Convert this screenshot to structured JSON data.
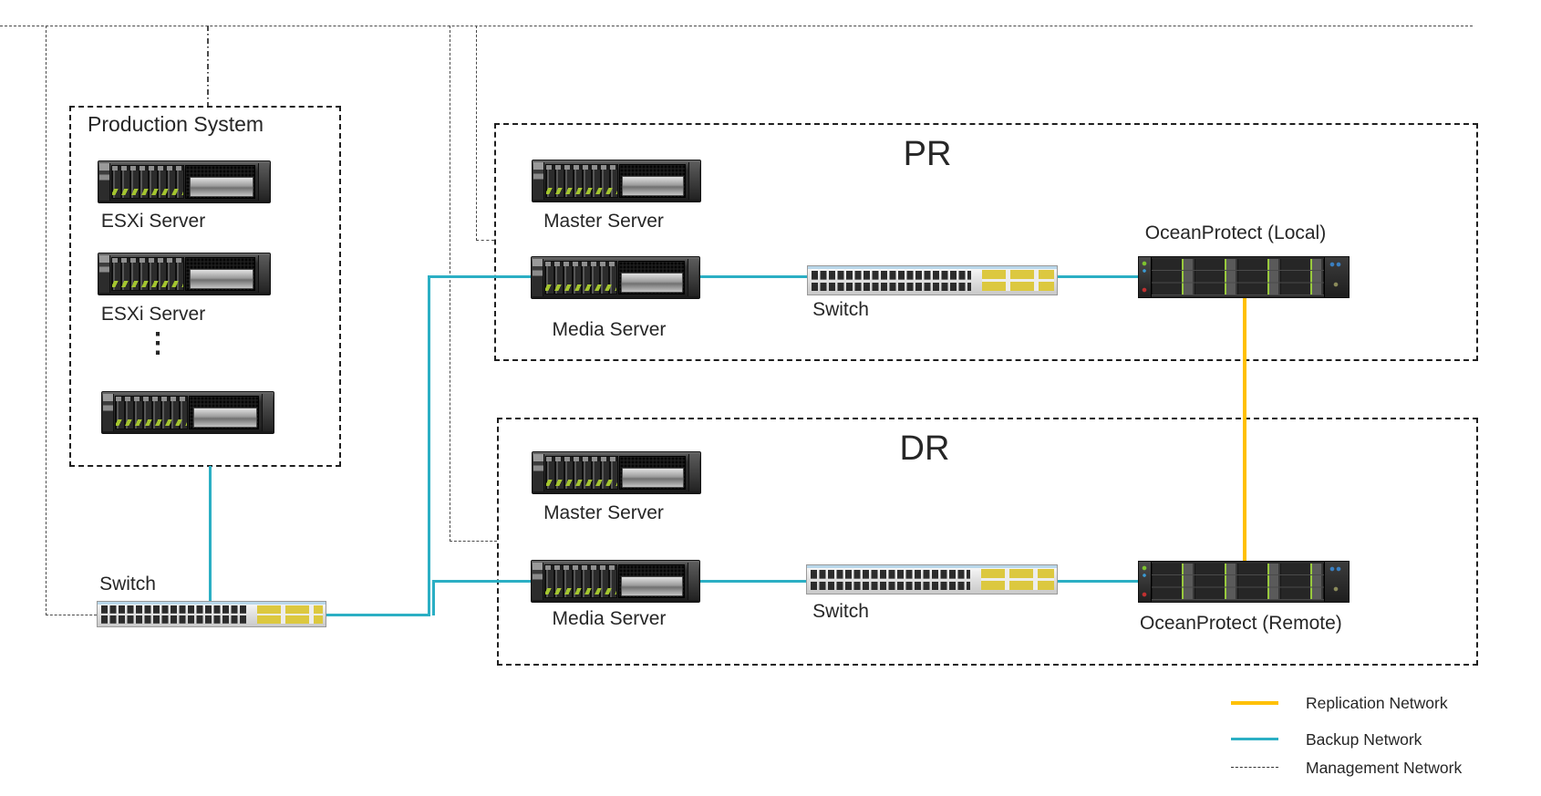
{
  "production": {
    "title": "Production System",
    "servers": [
      "ESXi Server",
      "ESXi Server"
    ],
    "more_indicator": "⋮"
  },
  "core_switch": {
    "label": "Switch"
  },
  "pr_site": {
    "title": "PR",
    "master_server": "Master  Server",
    "media_server": "Media Server",
    "switch": "Switch",
    "storage": "OceanProtect (Local)"
  },
  "dr_site": {
    "title": "DR",
    "master_server": "Master  Server",
    "media_server": "Media Server",
    "switch": "Switch",
    "storage": "OceanProtect (Remote)"
  },
  "legend": {
    "replication": {
      "label": "Replication Network",
      "color": "#FFC000",
      "style": "solid"
    },
    "backup": {
      "label": "Backup Network",
      "color": "#2BAFC4",
      "style": "solid"
    },
    "management": {
      "label": "Management Network",
      "color": "#3A3A3A",
      "style": "dashed"
    }
  }
}
